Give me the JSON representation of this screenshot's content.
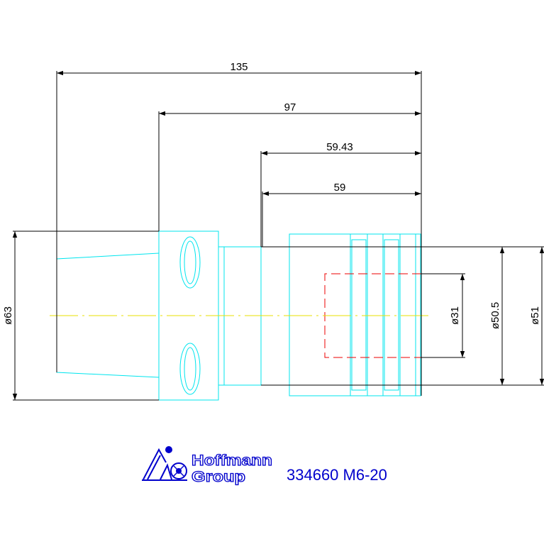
{
  "dimensions": {
    "overall_length": "135",
    "length_97": "97",
    "length_59_43": "59.43",
    "length_59": "59",
    "dia_63": "ø63",
    "dia_31": "ø31",
    "dia_50_5": "ø50.5",
    "dia_51": "ø51"
  },
  "logo": {
    "line1": "Hoffmann",
    "line2": "Group"
  },
  "part_number": "334660 M6-20",
  "colors": {
    "dimension": "#000000",
    "outline": "#00e5ee",
    "centerline": "#e8e000",
    "hidden": "#ee0000",
    "brand": "#0000cc"
  }
}
